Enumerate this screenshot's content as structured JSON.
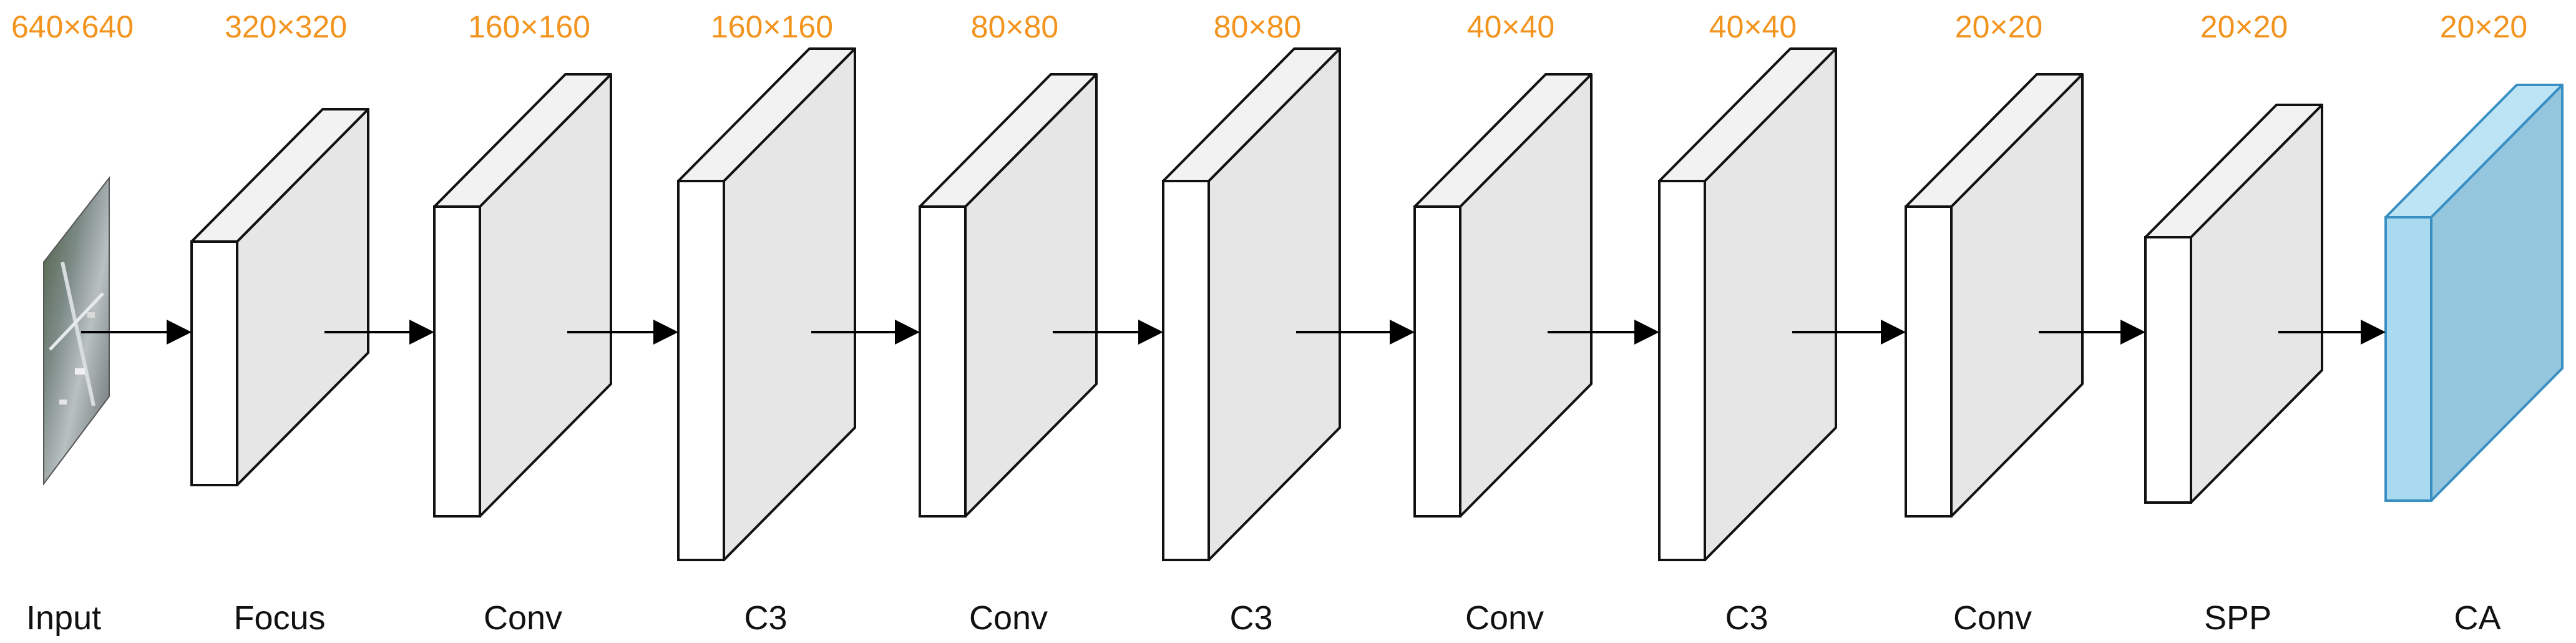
{
  "colors": {
    "size_label": "#F2941E",
    "block_front": "#FFFFFF",
    "block_side": "#E6E6E6",
    "block_top": "#F2F2F2",
    "block_stroke": "#111111",
    "ca_front": "#A9DAF0",
    "ca_side": "#94C6DE",
    "ca_top": "#BDE4F5",
    "ca_stroke": "#3A8FC2",
    "arrow": "#000000"
  },
  "input": {
    "name": "Input",
    "size": "640×640"
  },
  "stages": [
    {
      "name": "Focus",
      "size": "320×320"
    },
    {
      "name": "Conv",
      "size": "160×160"
    },
    {
      "name": "C3",
      "size": "160×160"
    },
    {
      "name": "Conv",
      "size": "80×80"
    },
    {
      "name": "C3",
      "size": "80×80"
    },
    {
      "name": "Conv",
      "size": "40×40"
    },
    {
      "name": "C3",
      "size": "40×40"
    },
    {
      "name": "Conv",
      "size": "20×20"
    },
    {
      "name": "SPP",
      "size": "20×20"
    },
    {
      "name": "CA",
      "size": "20×20",
      "highlight": true
    }
  ]
}
